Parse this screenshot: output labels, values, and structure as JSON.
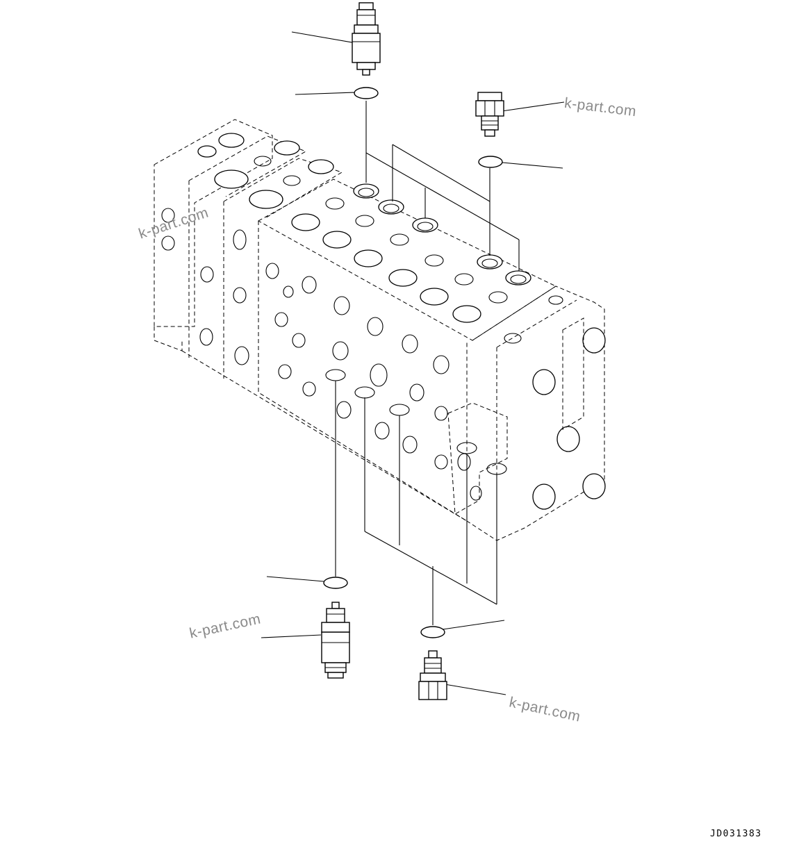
{
  "drawing": {
    "code": "JD031383",
    "watermarks": [
      "k-part.com",
      "k-part.com",
      "k-part.com",
      "k-part.com"
    ]
  }
}
